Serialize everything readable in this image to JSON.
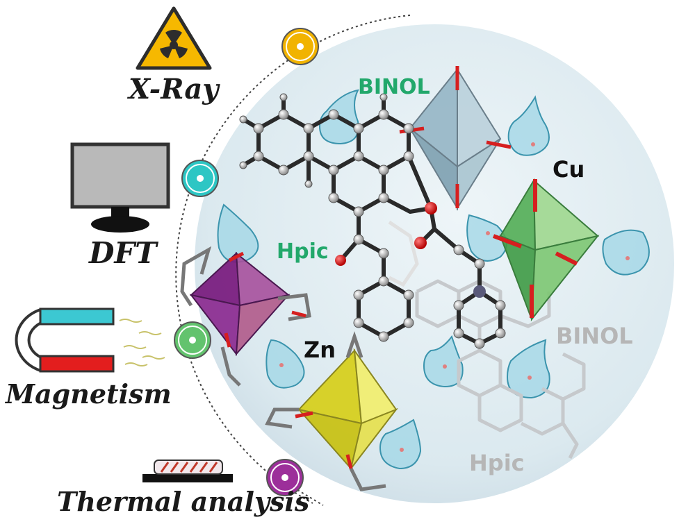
{
  "techniques": [
    {
      "key": "xray",
      "label": "X-Ray",
      "icon": "radiation-triangle-icon",
      "marker_color": "#f1b300"
    },
    {
      "key": "dft",
      "label": "DFT",
      "icon": "monitor-icon",
      "marker_color": "#2dc6c4"
    },
    {
      "key": "magnetism",
      "label": "Magnetism",
      "icon": "magnet-icon",
      "marker_color": "#63c36e"
    },
    {
      "key": "thermal",
      "label": "Thermal analysis",
      "icon": "thermal-sample-icon",
      "marker_color": "#9c2f9a"
    }
  ],
  "labels": {
    "binol_top": "BINOL",
    "binol_faded": "BINOL",
    "hpic": "Hpic",
    "hpic_faded": "Hpic",
    "cu": "Cu",
    "zn": "Zn"
  },
  "colors": {
    "binol_green": "#22a86b",
    "faded_gray": "#b6b6b6",
    "cu_octahedron": "#6cc16a",
    "cu_upper_octahedron": "#9fb8c4",
    "zn_octahedron": "#e2dc2c",
    "zn_purple_octahedron": "#8a2d8e"
  }
}
